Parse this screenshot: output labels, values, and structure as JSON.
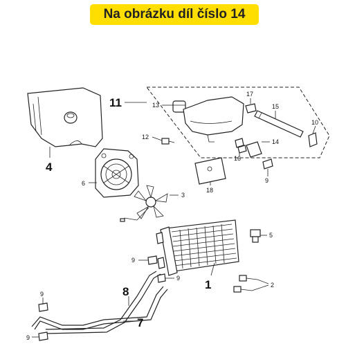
{
  "banner": {
    "text": "Na obrázku díl číslo 14",
    "color": "#ffde00"
  },
  "callouts": {
    "c1": "1",
    "c2": "2",
    "c3": "3",
    "c4": "4",
    "c5": "5",
    "c6": "6",
    "c7": "7",
    "c8": "8",
    "c9a": "9",
    "c9b": "9",
    "c9c": "9",
    "c9d": "9",
    "c9e": "9",
    "c10": "10",
    "c11": "11",
    "c12": "12",
    "c13": "13",
    "c14": "14",
    "c15": "15",
    "c16": "16",
    "c17": "17",
    "c18": "18"
  }
}
